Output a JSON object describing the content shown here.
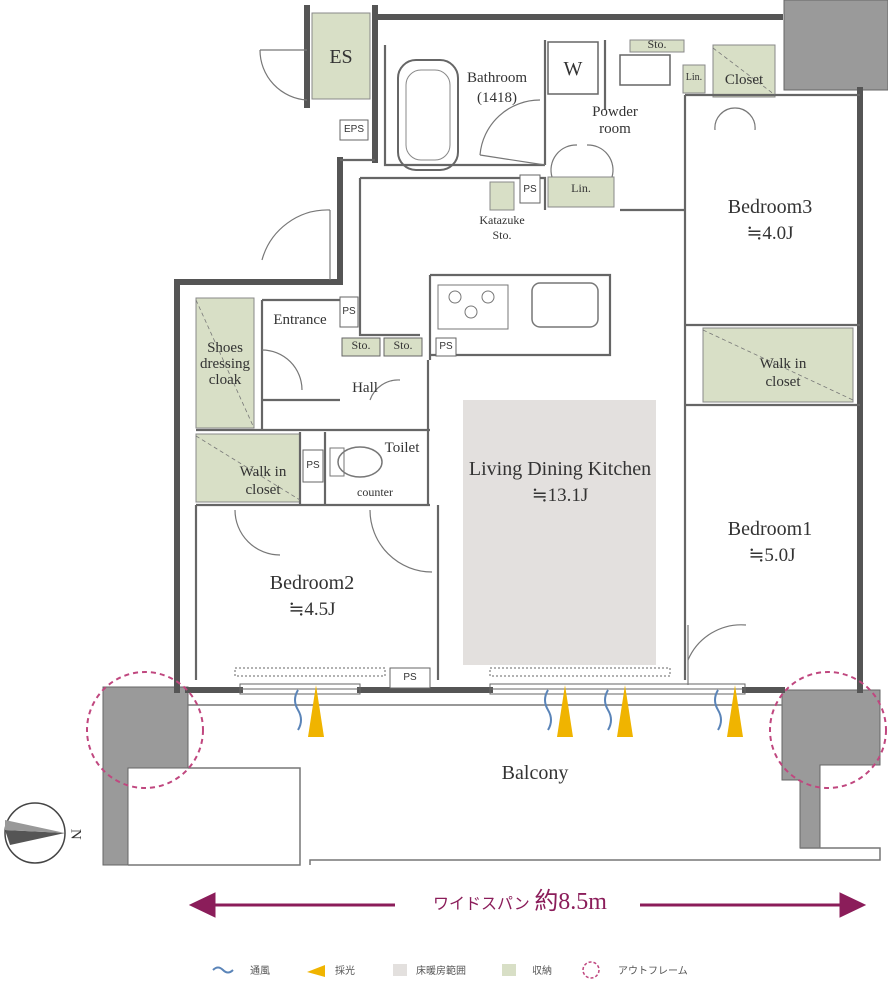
{
  "rooms": {
    "es": "ES",
    "eps": "EPS",
    "bathroom": "Bathroom",
    "bathroom_size": "(1418)",
    "w": "W",
    "powder": "Powder",
    "powder2": "room",
    "sto": "Sto.",
    "lin": "Lin.",
    "closet": "Closet",
    "ps": "PS",
    "katazuke": "Katazuke",
    "katazuke2": "Sto.",
    "bedroom3": "Bedroom3",
    "bedroom3_area": "≒4.0J",
    "entrance": "Entrance",
    "shoes1": "Shoes",
    "shoes2": "dressing",
    "shoes3": "cloak",
    "hall": "Hall",
    "toilet": "Toilet",
    "counter": "counter",
    "walkin": "Walk in",
    "walkin2": "closet",
    "ldk": "Living Dining Kitchen",
    "ldk_area": "≒13.1J",
    "bedroom1": "Bedroom1",
    "bedroom1_area": "≒5.0J",
    "bedroom2": "Bedroom2",
    "bedroom2_area": "≒4.5J",
    "balcony": "Balcony"
  },
  "compass": {
    "north": "N"
  },
  "span": {
    "label": "ワイドスパン",
    "value": "約8.5m"
  },
  "legend": {
    "ventilation": "通風",
    "light": "採光",
    "floor_heating": "床暖房範囲",
    "storage": "収納",
    "outframe": "アウトフレーム"
  },
  "colors": {
    "storage": "#d8dfc6",
    "floor_heating": "#e3e0de",
    "column": "#9a9a9a",
    "arrow": "#8b1d5a",
    "outframe": "#c0477f",
    "light": "#f0b400",
    "wind": "#5a84b8"
  }
}
